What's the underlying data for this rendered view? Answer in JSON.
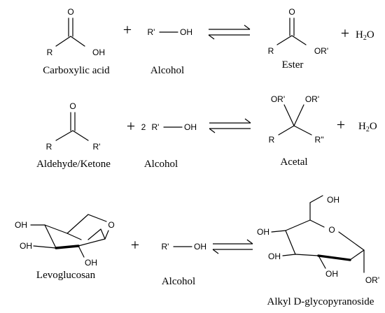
{
  "reactions": [
    {
      "reactant1": {
        "atoms": {
          "o": "O",
          "r": "R",
          "oh": "OH"
        },
        "caption": "Carboxylic acid"
      },
      "plus1": "+",
      "reactant2": {
        "atoms": {
          "r": "R'",
          "oh": "OH"
        },
        "caption": "Alcohol"
      },
      "product": {
        "atoms": {
          "o": "O",
          "r": "R",
          "or": "OR'"
        },
        "caption": "Ester"
      },
      "plus2": "+",
      "byproduct": {
        "main": "H",
        "sub": "2",
        "tail": "O"
      }
    },
    {
      "reactant1": {
        "atoms": {
          "o": "O",
          "r": "R",
          "r2": "R'"
        },
        "caption": "Aldehyde/Ketone"
      },
      "plus1": "+",
      "reactant2": {
        "atoms": {
          "coef": "2",
          "r": "R'",
          "oh": "OH"
        },
        "caption": "Alcohol"
      },
      "product": {
        "atoms": {
          "or1": "OR'",
          "or2": "OR'",
          "r": "R",
          "r2": "R\""
        },
        "caption": "Acetal"
      },
      "plus2": "+",
      "byproduct": {
        "main": "H",
        "sub": "2",
        "tail": "O"
      }
    },
    {
      "reactant1": {
        "atoms": {
          "oh1": "OH",
          "oh2": "OH",
          "oh3": "OH",
          "o": "O"
        },
        "caption": "Levoglucosan"
      },
      "plus1": "+",
      "reactant2": {
        "atoms": {
          "r": "R'",
          "oh": "OH"
        },
        "caption": "Alcohol"
      },
      "product": {
        "atoms": {
          "oh_top": "OH",
          "o": "O",
          "oh1": "OH",
          "oh2": "OH",
          "oh3": "OH",
          "or": "OR'"
        },
        "caption": "Alkyl D-glycopyranoside"
      }
    }
  ]
}
